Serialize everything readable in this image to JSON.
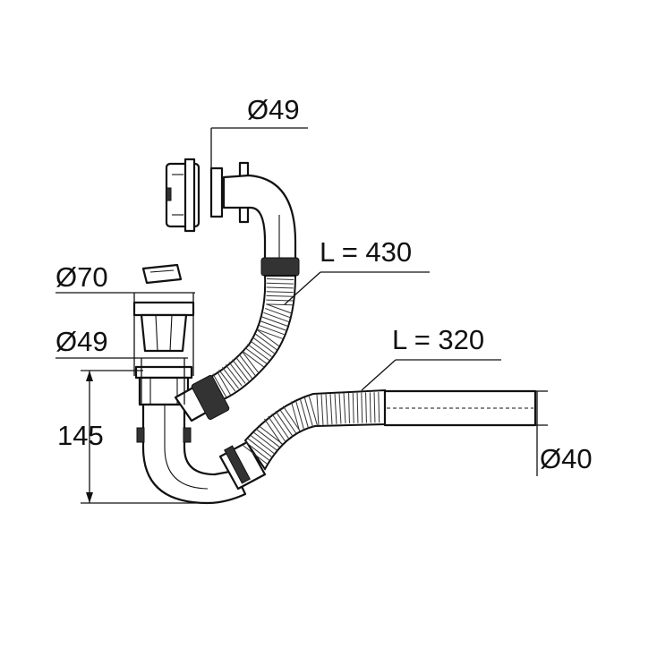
{
  "dimensions": {
    "overflow_diameter": "Ø49",
    "overflow_hose_length": "L = 430",
    "drain_flange_diameter": "Ø70",
    "drain_outlet_diameter": "Ø49",
    "trap_height": "145",
    "outlet_hose_length": "L = 320",
    "outlet_pipe_diameter": "Ø40"
  },
  "colors": {
    "line": "#111111",
    "background": "#ffffff"
  }
}
